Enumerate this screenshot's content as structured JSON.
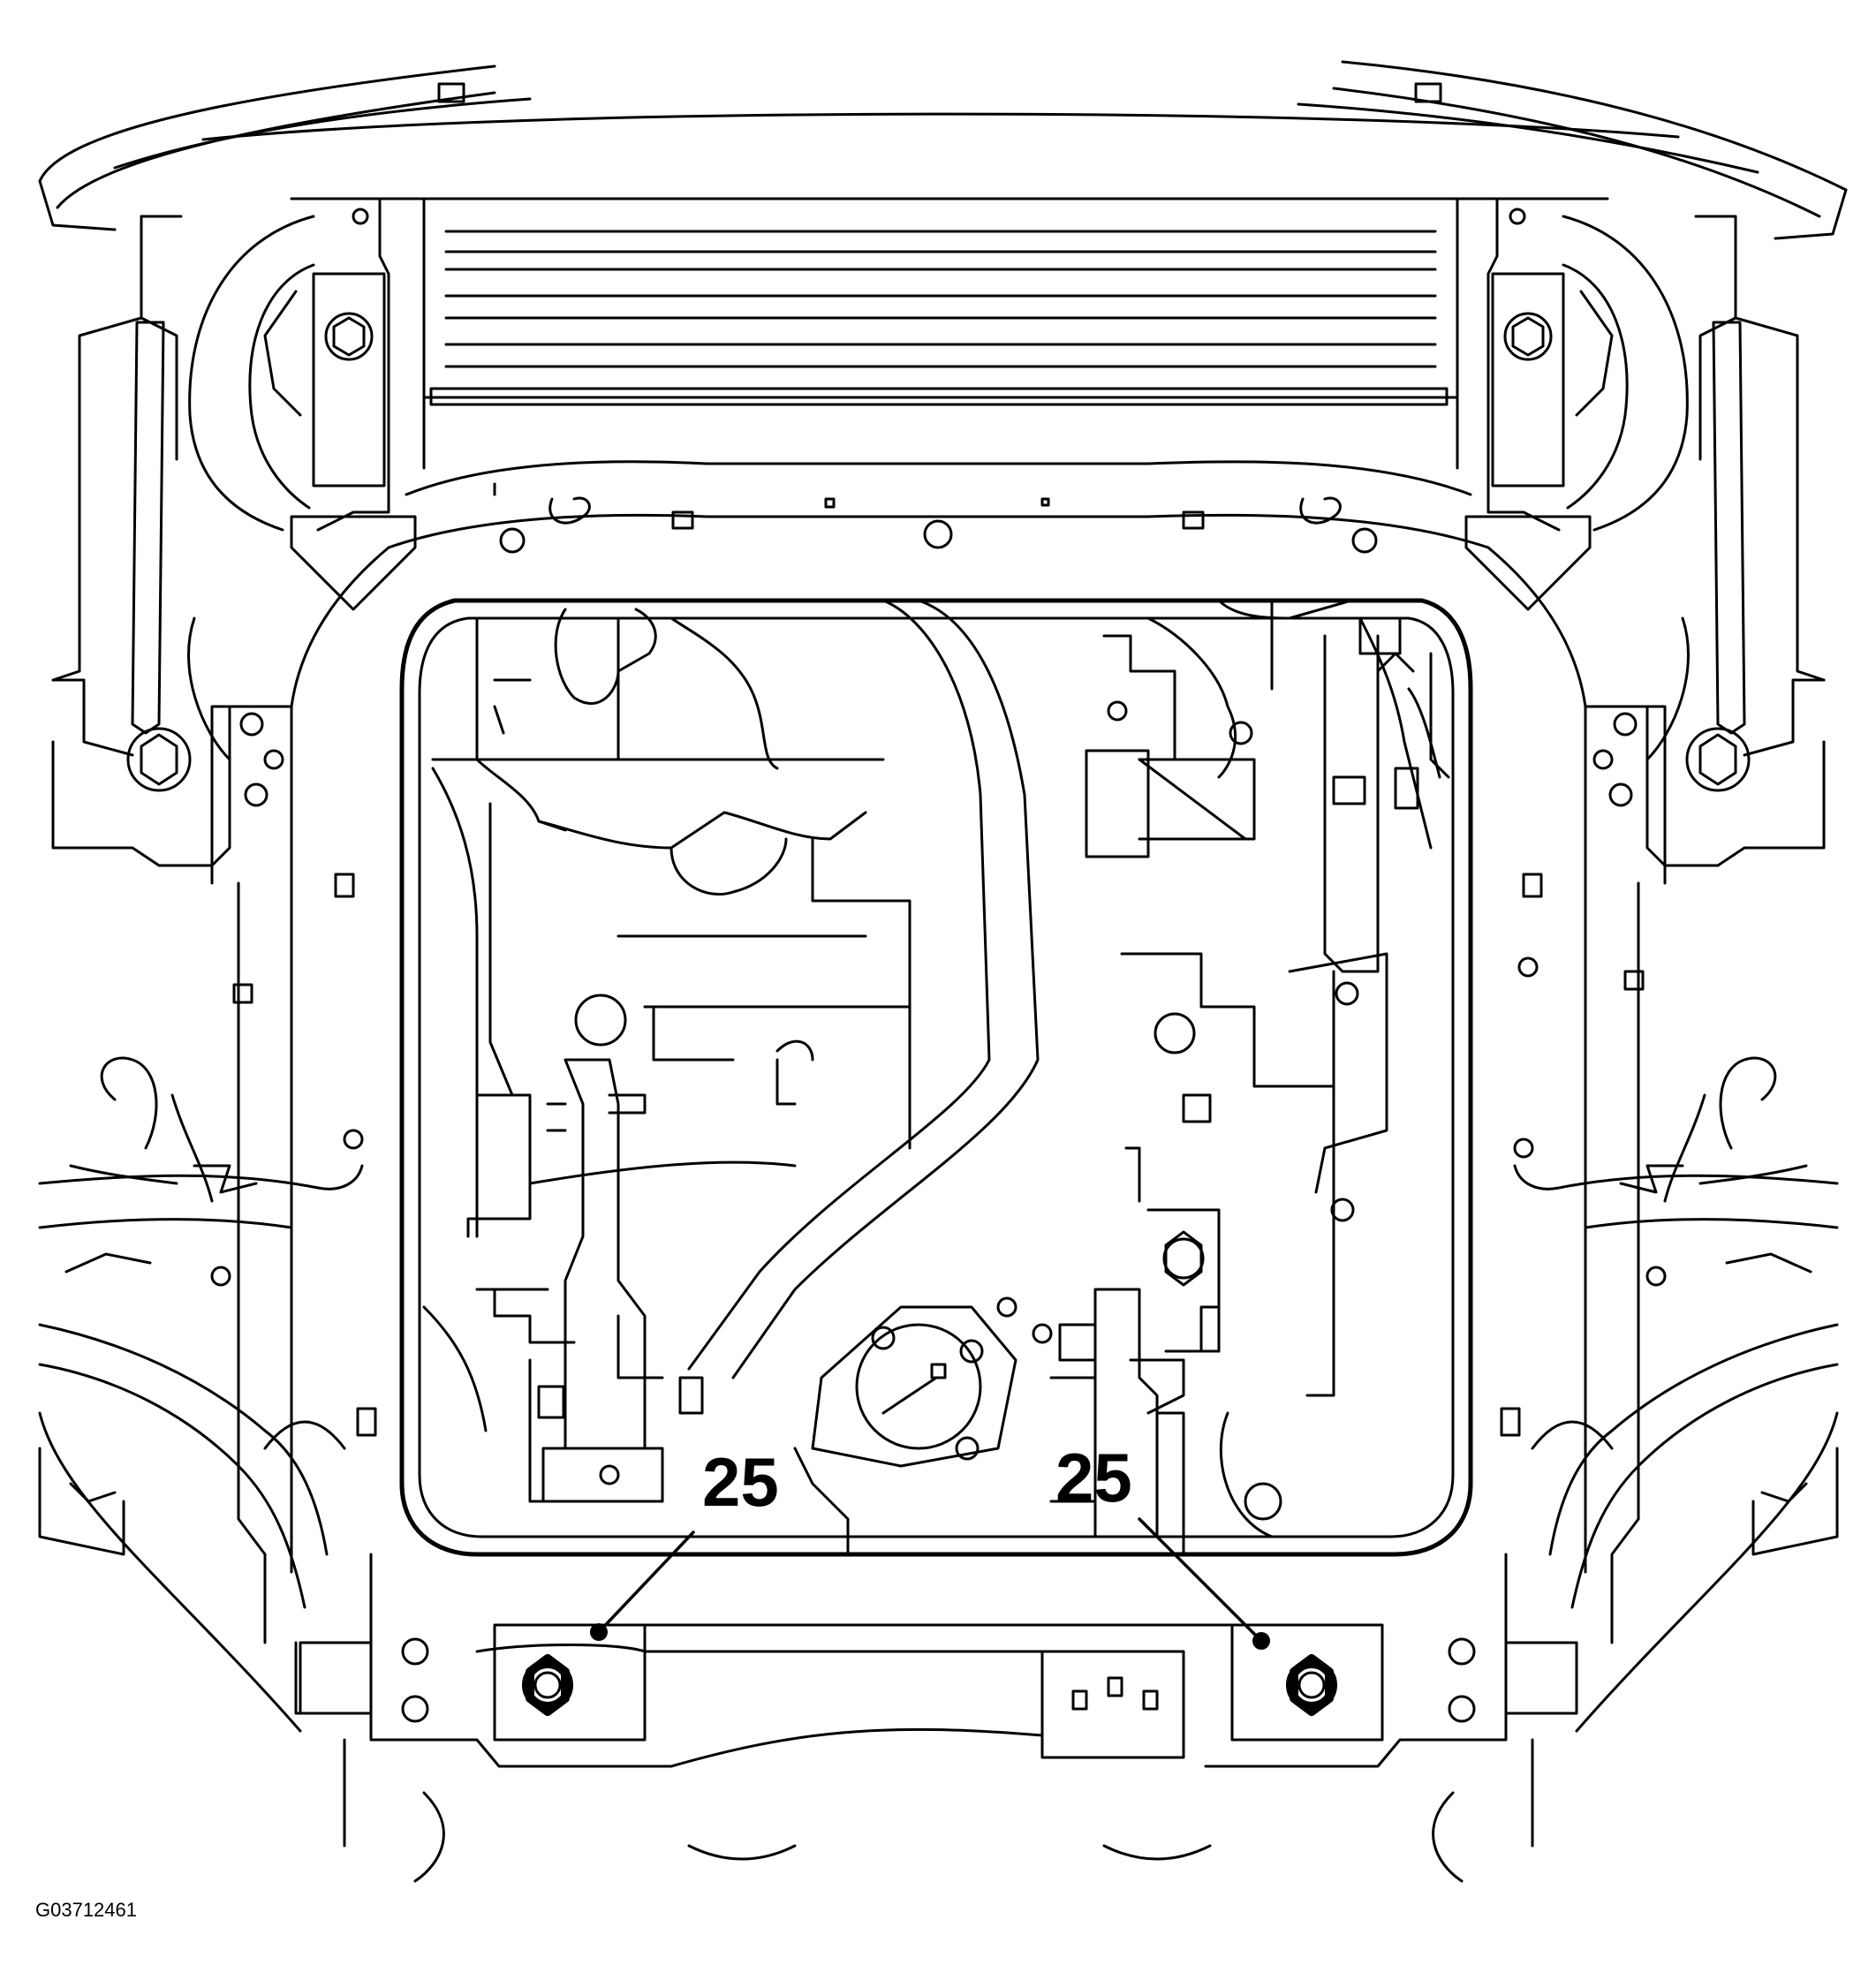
{
  "callouts": [
    {
      "label": "25"
    },
    {
      "label": "25"
    }
  ],
  "figure_code": "G03712461"
}
